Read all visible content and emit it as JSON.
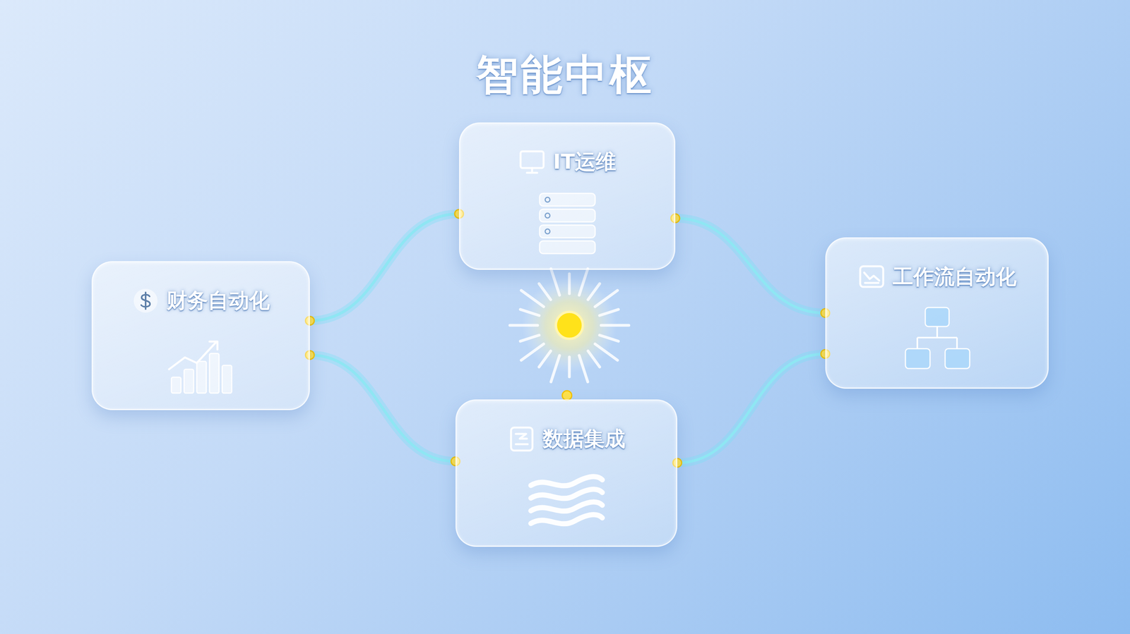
{
  "diagram": {
    "title": "智能中枢",
    "nodes": [
      {
        "text": [
          "IT运维"
        ]
      },
      {
        "text": [
          "工作流自动化"
        ]
      },
      {
        "text": [
          "财务自动化"
        ]
      },
      {
        "text": [
          "数据集成"
        ]
      }
    ],
    "edges": [
      {
        "from": 2,
        "to": 0,
        "arrow": "none"
      },
      {
        "from": 2,
        "to": 3,
        "arrow": "none"
      },
      {
        "from": 0,
        "to": 1,
        "arrow": "none"
      },
      {
        "from": 3,
        "to": 1,
        "arrow": "none"
      }
    ]
  }
}
